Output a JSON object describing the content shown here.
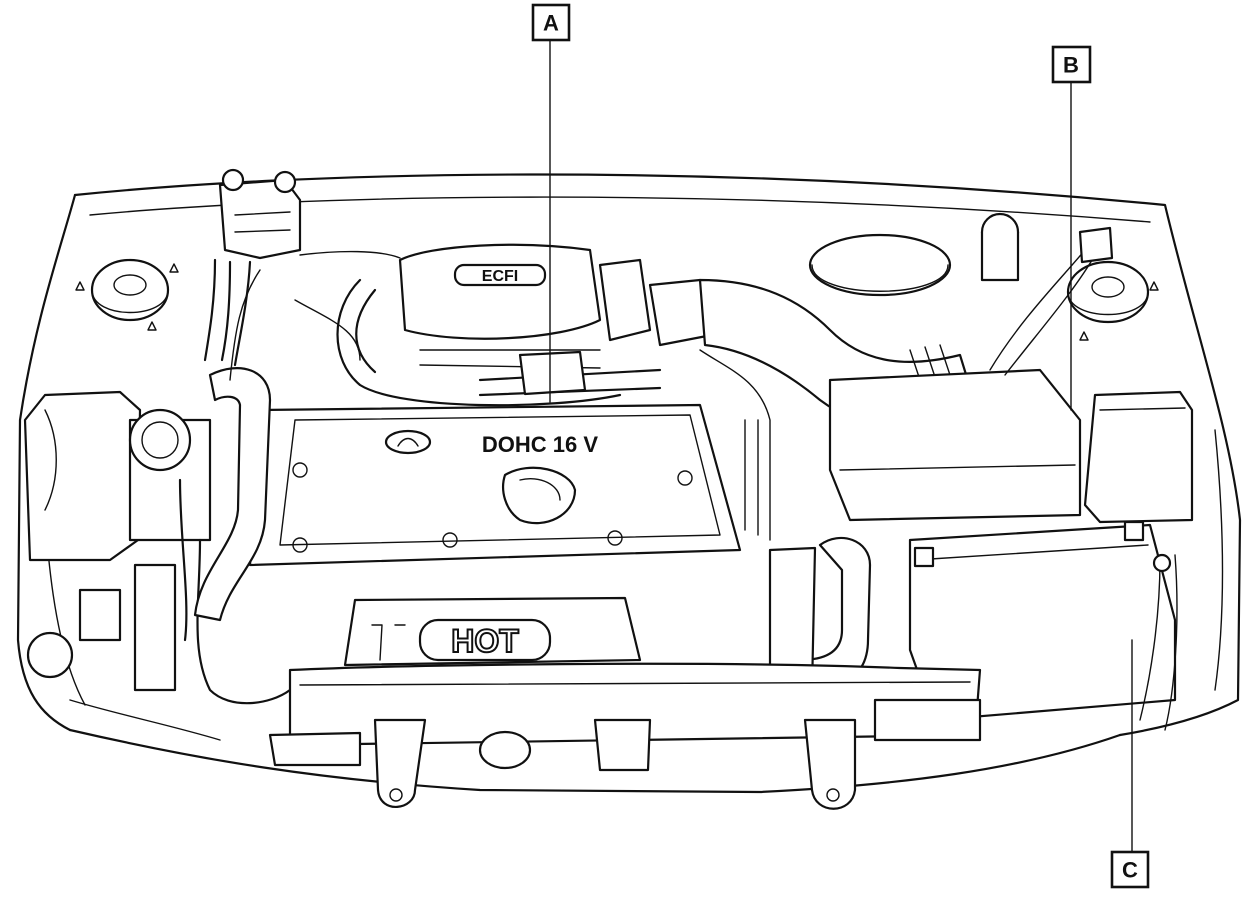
{
  "diagram": {
    "callouts": [
      {
        "id": "A",
        "label": "A"
      },
      {
        "id": "B",
        "label": "B"
      },
      {
        "id": "C",
        "label": "C"
      }
    ],
    "embossed": {
      "intake_badge": "ECFI",
      "valve_cover": "DOHC 16 V",
      "cover_hot": "HOT"
    },
    "colors": {
      "line": "#111111",
      "paper": "#ffffff"
    }
  }
}
